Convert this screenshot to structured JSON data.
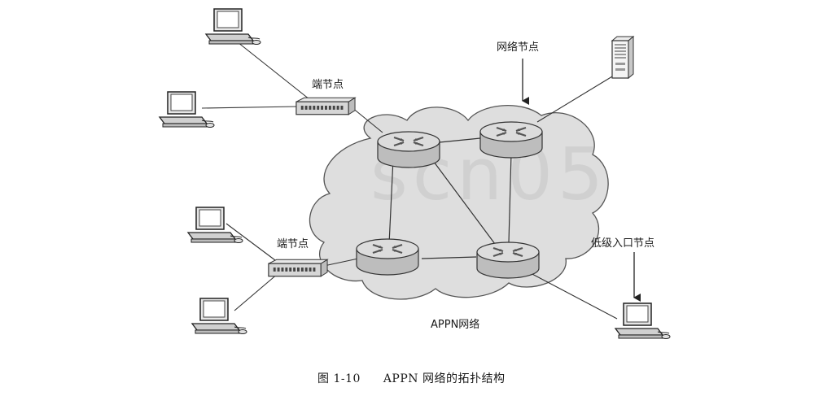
{
  "labels": {
    "end_node_top": "端节点",
    "end_node_bottom": "端节点",
    "network_node": "网络节点",
    "low_entry_node": "低级入口节点",
    "appn_network": "APPN网络"
  },
  "caption": {
    "figure_number": "图 1-10",
    "title": "APPN 网络的拓扑结构"
  },
  "watermark": "scn05",
  "colors": {
    "line": "#333333",
    "cloud_fill": "#dedede",
    "cloud_stroke": "#555555",
    "router_fill": "#c9c9c9",
    "router_top": "#e2e2e2"
  },
  "icons": {
    "router": "router-icon",
    "computer": "computer-icon",
    "hub": "hub-icon",
    "server": "server-icon"
  }
}
